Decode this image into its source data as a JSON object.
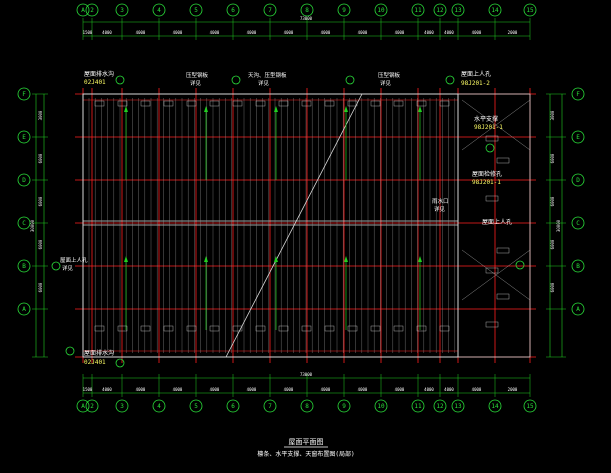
{
  "drawing": {
    "background": "#000000",
    "colors": {
      "grid_red": "#ff2020",
      "struct_white": "#d8d8d8",
      "dim_green": "#20d020",
      "text_white": "#ffffff",
      "text_yellow": "#ffff66",
      "bubble_green": "#2adf3a"
    },
    "top_axis_labels": [
      "A",
      "2",
      "3",
      "4",
      "5",
      "6",
      "7",
      "8",
      "9",
      "10",
      "11",
      "12",
      "13",
      "14",
      "15"
    ],
    "bottom_axis_labels": [
      "A",
      "2",
      "3",
      "4",
      "5",
      "6",
      "7",
      "8",
      "9",
      "10",
      "11",
      "12",
      "13",
      "14",
      "15"
    ],
    "left_axis_labels": [
      "F",
      "E",
      "D",
      "C",
      "B",
      "A"
    ],
    "right_axis_labels": [
      "F",
      "E",
      "D",
      "C",
      "B",
      "A"
    ],
    "top_dim_values": [
      "1500",
      "4000",
      "4000",
      "4000",
      "4000",
      "4000",
      "4000",
      "4000",
      "4000",
      "4000",
      "4000",
      "4000",
      "4000",
      "2000"
    ],
    "top_overall_dim": "73000",
    "bottom_overall_dim": "73000",
    "left_overall_dim": "30000",
    "right_overall_dim": "30000",
    "left_dim_values": [
      "3000",
      "6000",
      "6000",
      "6000",
      "6000"
    ],
    "right_dim_values": [
      "3000",
      "6000",
      "6000",
      "6000",
      "6000"
    ],
    "notes": {
      "top_left": {
        "line1": "屋面排水沟",
        "line2": "02J401"
      },
      "top_mid1": {
        "line1": "压型钢板",
        "line2": "详见"
      },
      "top_mid2": {
        "line1": "天沟、压型钢板",
        "line2": "详见"
      },
      "top_mid3": {
        "line1": "压型钢板",
        "line2": "详见"
      },
      "top_right": {
        "line1": "屋面上人孔",
        "line2": "98J201-2"
      },
      "right_1": {
        "line1": "水平支撑",
        "line2": "98J201-1"
      },
      "right_2": {
        "line1": "屋面检修孔",
        "line2": "98J201-1"
      },
      "right_3": "屋面上人孔",
      "left_mid": {
        "line1": "屋面上人孔",
        "line2": "详见"
      },
      "mid_right": {
        "line1": "雨水口",
        "line2": "详见"
      },
      "bottom_left": {
        "line1": "屋面排水沟",
        "line2": "02J401"
      }
    },
    "title_block": {
      "title": "屋面平面图",
      "subtitle": "檩条、水平支撑、天窗布置图(局部)"
    }
  }
}
